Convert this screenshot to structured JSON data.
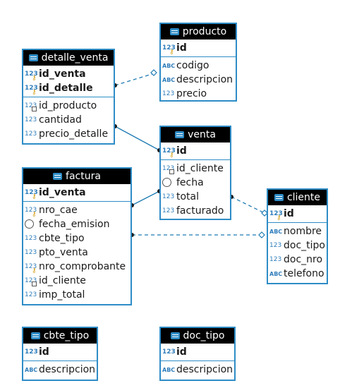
{
  "icons": {
    "table": "table-icon",
    "numeric": "numeric-type-icon",
    "text": "text-type-icon",
    "date": "date-type-icon",
    "key": "key-icon",
    "foreign_key": "foreign-key-icon"
  },
  "type_labels": {
    "numeric": "123",
    "text": "ABC"
  },
  "colors": {
    "border": "#2e8cc6",
    "header_bg": "#000000",
    "header_fg": "#ffffff",
    "connector": "#1f7bb3"
  },
  "entities": {
    "producto": {
      "title": "producto",
      "pk": [
        {
          "name": "id"
        }
      ],
      "fields": [
        {
          "name": "codigo"
        },
        {
          "name": "descripcion"
        },
        {
          "name": "precio"
        }
      ]
    },
    "detalle_venta": {
      "title": "detalle_venta",
      "pk": [
        {
          "name": "id_venta"
        },
        {
          "name": "id_detalle"
        }
      ],
      "fields": [
        {
          "name": "id_producto"
        },
        {
          "name": "cantidad"
        },
        {
          "name": "precio_detalle"
        }
      ]
    },
    "venta": {
      "title": "venta",
      "pk": [
        {
          "name": "id"
        }
      ],
      "fields": [
        {
          "name": "id_cliente"
        },
        {
          "name": "fecha"
        },
        {
          "name": "total"
        },
        {
          "name": "facturado"
        }
      ]
    },
    "factura": {
      "title": "factura",
      "pk": [
        {
          "name": "id_venta"
        }
      ],
      "fields": [
        {
          "name": "nro_cae"
        },
        {
          "name": "fecha_emision"
        },
        {
          "name": "cbte_tipo"
        },
        {
          "name": "pto_venta"
        },
        {
          "name": "nro_comprobante"
        },
        {
          "name": "id_cliente"
        },
        {
          "name": "imp_total"
        }
      ]
    },
    "cliente": {
      "title": "cliente",
      "pk": [
        {
          "name": "id"
        }
      ],
      "fields": [
        {
          "name": "nombre"
        },
        {
          "name": "doc_tipo"
        },
        {
          "name": "doc_nro"
        },
        {
          "name": "telefono"
        }
      ]
    },
    "cbte_tipo": {
      "title": "cbte_tipo",
      "pk": [
        {
          "name": "id"
        }
      ],
      "fields": [
        {
          "name": "descripcion"
        }
      ]
    },
    "doc_tipo": {
      "title": "doc_tipo",
      "pk": [
        {
          "name": "id"
        }
      ],
      "fields": [
        {
          "name": "descripcion"
        }
      ]
    }
  },
  "relationships": [
    {
      "from": "detalle_venta",
      "to": "producto",
      "style": "dashed"
    },
    {
      "from": "detalle_venta",
      "to": "venta",
      "style": "solid"
    },
    {
      "from": "factura",
      "to": "venta",
      "style": "solid"
    },
    {
      "from": "venta",
      "to": "cliente",
      "style": "dashed"
    },
    {
      "from": "factura",
      "to": "cliente",
      "style": "dashed"
    }
  ]
}
